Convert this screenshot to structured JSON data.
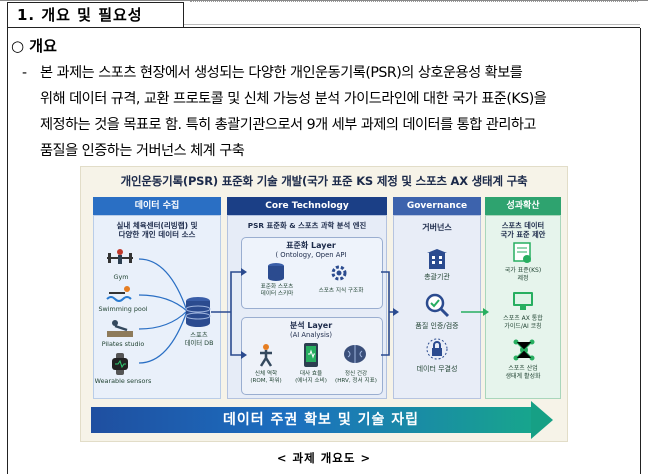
{
  "section": {
    "title": "1. 개요 및 필요성"
  },
  "overview": {
    "heading": "○ 개요",
    "dash": "-",
    "paragraph_lines": [
      "본 과제는 스포츠 현장에서 생성되는 다양한 개인운동기록(PSR)의 상호운용성 확보를",
      "위해 데이터 규격, 교환 프로토콜 및 신체 가능성 분석 가이드라인에 대한 국가 표준(KS)을",
      "제정하는 것을 목표로 함. 특히 총괄기관으로서 9개 세부 과제의 데이터를 통합 관리하고",
      "품질을 인증하는 거버넌스 체계 구축"
    ]
  },
  "figure": {
    "title": "개인운동기록(PSR) 표준화 기술 개발(국가 표준 KS 제정 및 스포츠 AX 생태계 구축",
    "sections": {
      "data_collection": "데이터 수집",
      "core_technology": "Core Technology",
      "governance": "Governance",
      "results": "성과확산"
    },
    "colors": {
      "data_collection": "#2a6fc4",
      "core_technology": "#1b3f86",
      "governance": "#3d63ad",
      "results": "#2ea36f"
    },
    "data_collection": {
      "intro": [
        "실내 체육센터(리빙랩) 및",
        "다양한 개인 데이터 소스"
      ],
      "sources": [
        "Gym",
        "Swimming pool",
        "Pilates studio",
        "Wearable sensors"
      ],
      "db_label": [
        "스포츠",
        "데이터 DB"
      ]
    },
    "core": {
      "heading": "PSR 표준화 & 스포츠 과학 분석 엔진",
      "std_layer_title": "표준화 Layer",
      "std_layer_sub": "( Ontology, Open API",
      "std_items": [
        [
          "표준화 스포츠",
          "데이터 스키마"
        ],
        [
          "스포츠 지식 구조화"
        ]
      ],
      "analysis_title": "분석 Layer",
      "analysis_sub": "(AI Analysis)",
      "analysis_items": [
        [
          "신체 역학",
          "(ROM, 파워)"
        ],
        [
          "대사 효율",
          "(에너지 소비)"
        ],
        [
          "정신 건강",
          "(HRV, 정서 지표)"
        ]
      ]
    },
    "governance": {
      "heading": "거버넌스",
      "items": [
        "총괄기관",
        "품질 인증/검증",
        "데이터 무결성"
      ]
    },
    "results": {
      "heading": [
        "스포츠 데이터",
        "국가 표준 제안"
      ],
      "items": [
        [
          "국가 표준(KS)",
          "제정"
        ],
        [
          "스포츠 AX 통합",
          "가이드/AI 코칭"
        ],
        [
          "스포츠 산업",
          "생태계 활성화"
        ]
      ]
    },
    "banner": "데이터 주권 확보 및 기술 자립"
  },
  "caption": "< 과제 개요도 >",
  "icons": [
    "gym-icon",
    "swimming-icon",
    "pilates-icon",
    "wearable-icon",
    "database-icon",
    "gear-icon",
    "brain-icon",
    "building-icon",
    "magnifier-check-icon",
    "lock-network-icon",
    "certificate-icon",
    "monitor-icon",
    "network-icon"
  ]
}
